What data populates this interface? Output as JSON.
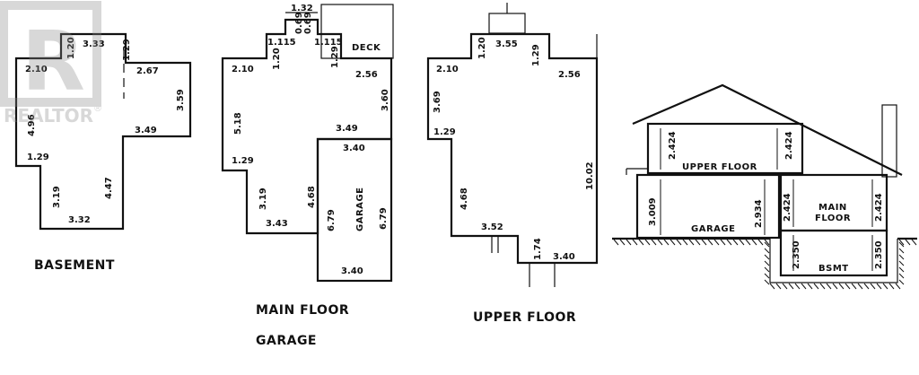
{
  "watermark": {
    "text": "REALTOR",
    "mark": "®"
  },
  "captions": {
    "basement": "BASEMENT",
    "main_floor": "MAIN FLOOR",
    "garage": "GARAGE",
    "upper_floor": "UPPER FLOOR"
  },
  "basement": {
    "dims": [
      "3.33",
      "1.20",
      "1.29",
      "2.10",
      "2.67",
      "3.59",
      "4.96",
      "3.49",
      "1.29",
      "4.47",
      "3.19",
      "3.32"
    ]
  },
  "main": {
    "deck": "DECK",
    "garage_label": "GARAGE",
    "dims": [
      "1.32",
      "0.69",
      "0.69",
      "1.115",
      "1.115",
      "1.20",
      "1.29",
      "2.10",
      "2.56",
      "3.60",
      "5.18",
      "3.49",
      "3.40",
      "1.29",
      "4.68",
      "6.79",
      "6.79",
      "3.19",
      "3.43",
      "3.40"
    ]
  },
  "upper": {
    "dims": [
      "1.20",
      "3.55",
      "1.29",
      "2.10",
      "2.56",
      "3.69",
      "1.29",
      "10.02",
      "4.68",
      "3.52",
      "1.74",
      "3.40"
    ]
  },
  "section": {
    "upper_floor": "UPPER FLOOR",
    "garage": "GARAGE",
    "main_floor_1": "MAIN",
    "main_floor_2": "FLOOR",
    "bsmt": "BSMT",
    "dims": [
      "2.424",
      "2.424",
      "3.009",
      "2.934",
      "2.424",
      "2.424",
      "2.350",
      "2.350"
    ]
  }
}
